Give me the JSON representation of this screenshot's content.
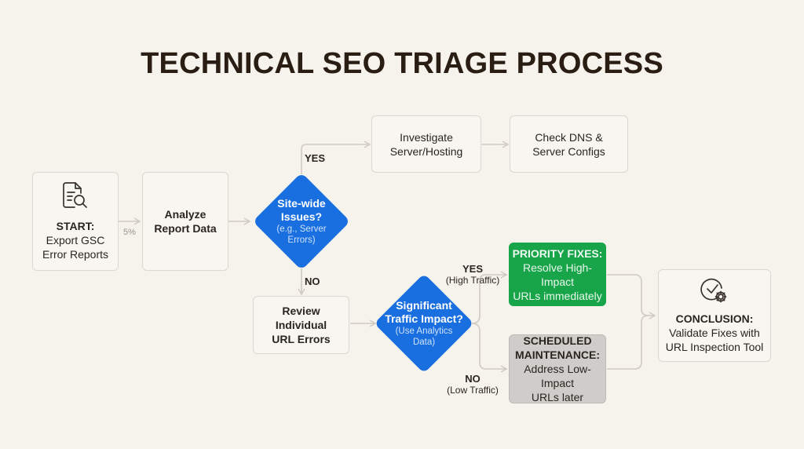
{
  "title": "TECHNICAL SEO TRIAGE PROCESS",
  "colors": {
    "background": "#f6f3ec",
    "decision_blue": "#1a6fe0",
    "priority_green": "#18a54a",
    "maintenance_grey": "#cfcdca",
    "connector": "#cfcac2"
  },
  "nodes": {
    "start": {
      "icon": "document-search-icon",
      "heading": "START:",
      "line1": "Export GSC",
      "line2": "Error Reports"
    },
    "analyze": {
      "line1": "Analyze",
      "line2": "Report Data"
    },
    "sitewide": {
      "line1": "Site-wide",
      "line2": "Issues?",
      "sub1": "(e.g., Server",
      "sub2": "Errors)"
    },
    "investigate": {
      "line1": "Investigate",
      "line2": "Server/Hosting"
    },
    "dns": {
      "line1": "Check DNS &",
      "line2": "Server Configs"
    },
    "review": {
      "line1": "Review",
      "line2": "Individual",
      "line3": "URL Errors"
    },
    "traffic": {
      "line1": "Significant",
      "line2": "Traffic Impact?",
      "sub1": "(Use Analytics",
      "sub2": "Data)"
    },
    "priority": {
      "heading": "PRIORITY FIXES:",
      "line1": "Resolve High-Impact",
      "line2": "URLs immediately"
    },
    "maintenance": {
      "heading1": "SCHEDULED",
      "heading2": "MAINTENANCE:",
      "line1": "Address Low-Impact",
      "line2": "URLs later"
    },
    "conclusion": {
      "icon": "check-gear-icon",
      "heading": "CONCLUSION:",
      "line1": "Validate Fixes with",
      "line2": "URL Inspection Tool"
    }
  },
  "edge_labels": {
    "start_to_analyze": "5%",
    "sitewide_yes": "YES",
    "sitewide_no": "NO",
    "traffic_yes": "YES",
    "traffic_yes_sub": "(High Traffic)",
    "traffic_no": "NO",
    "traffic_no_sub": "(Low Traffic)"
  }
}
